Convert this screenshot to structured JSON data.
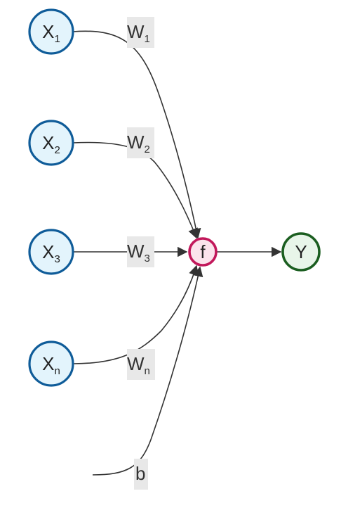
{
  "inputs": [
    {
      "base": "X",
      "sub": "1"
    },
    {
      "base": "X",
      "sub": "2"
    },
    {
      "base": "X",
      "sub": "3"
    },
    {
      "base": "X",
      "sub": "n"
    }
  ],
  "weights": [
    {
      "base": "W",
      "sub": "1"
    },
    {
      "base": "W",
      "sub": "2"
    },
    {
      "base": "W",
      "sub": "3"
    },
    {
      "base": "W",
      "sub": "n"
    }
  ],
  "bias": "b",
  "function_node": "f",
  "output_node": "Y",
  "colors": {
    "input_fill": "#e3f4fc",
    "input_stroke": "#0f5c99",
    "function_fill": "#fbe3ec",
    "function_stroke": "#c2185b",
    "output_fill": "#e8f5e9",
    "output_stroke": "#1b5e20",
    "edge": "#333333",
    "label_background": "#e8e8e8"
  }
}
